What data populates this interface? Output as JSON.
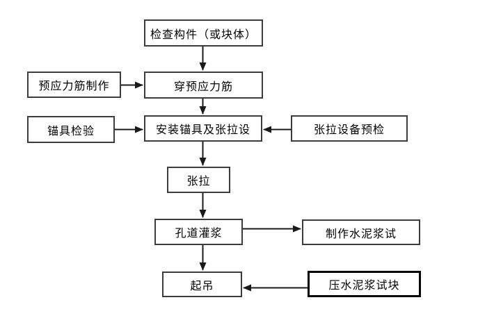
{
  "diagram": {
    "type": "flowchart",
    "nodes": {
      "check_component": {
        "label": "检查构件（或块体）"
      },
      "tendon_fabrication": {
        "label": "预应力筋制作"
      },
      "thread_tendon": {
        "label": "穿预应力筋"
      },
      "anchor_inspection": {
        "label": "锚具检验"
      },
      "install_anchor_tension": {
        "label": "安装锚具及张拉设"
      },
      "tension_equipment_precheck": {
        "label": "张拉设备预检"
      },
      "tensioning": {
        "label": "张拉"
      },
      "duct_grouting": {
        "label": "孔道灌浆"
      },
      "make_cement_grout_test": {
        "label": "制作水泥浆试"
      },
      "lifting": {
        "label": "起吊"
      },
      "press_cement_grout_block": {
        "label": "压水泥浆试块"
      }
    },
    "edges": [
      {
        "from": "check_component",
        "to": "thread_tendon",
        "direction": "down"
      },
      {
        "from": "tendon_fabrication",
        "to": "thread_tendon",
        "direction": "right"
      },
      {
        "from": "thread_tendon",
        "to": "install_anchor_tension",
        "direction": "down"
      },
      {
        "from": "anchor_inspection",
        "to": "install_anchor_tension",
        "direction": "right"
      },
      {
        "from": "tension_equipment_precheck",
        "to": "install_anchor_tension",
        "direction": "left"
      },
      {
        "from": "install_anchor_tension",
        "to": "tensioning",
        "direction": "down"
      },
      {
        "from": "tensioning",
        "to": "duct_grouting",
        "direction": "down"
      },
      {
        "from": "duct_grouting",
        "to": "make_cement_grout_test",
        "direction": "right"
      },
      {
        "from": "duct_grouting",
        "to": "lifting",
        "direction": "down"
      },
      {
        "from": "press_cement_grout_block",
        "to": "lifting",
        "direction": "left"
      }
    ],
    "colors": {
      "line": "#1a1a1a",
      "box_border": "#3c3c3c",
      "emphasis_border": "#000000",
      "background": "#ffffff",
      "text": "#000000"
    }
  }
}
